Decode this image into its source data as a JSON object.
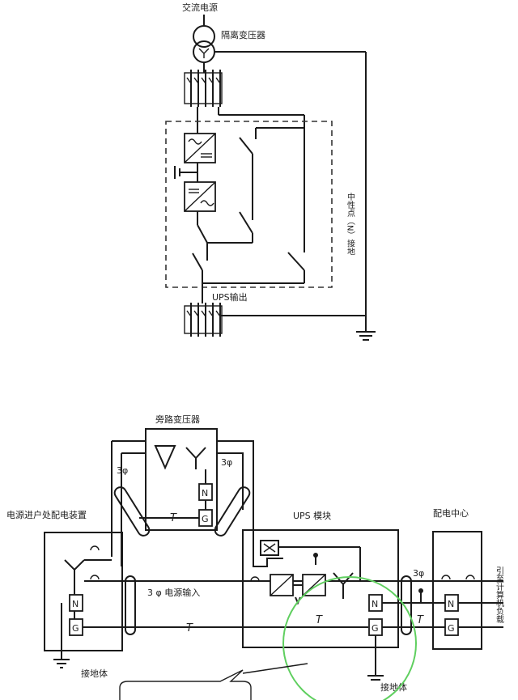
{
  "top_diagram": {
    "ac_source": "交流电源",
    "isolation_transformer": "隔离变压器",
    "neutral_ground": "中性点（N）接地",
    "ups_output": "UPS输出"
  },
  "bottom_diagram": {
    "bypass_transformer": "旁路变压器",
    "service_entrance": "电源进户处配电装置",
    "ups_module": "UPS 模块",
    "distribution_center": "配电中心",
    "three_phase_input": "3 φ 电源输入",
    "phase_mark": "3φ",
    "n_label": "N",
    "g_label": "G",
    "t_label": "T",
    "ground_body": "接地体",
    "to_computer_load": "引至计算机负载"
  },
  "colors": {
    "line": "#1a1a1a",
    "highlight_circle": "#5fcf5f",
    "background": "#ffffff"
  }
}
